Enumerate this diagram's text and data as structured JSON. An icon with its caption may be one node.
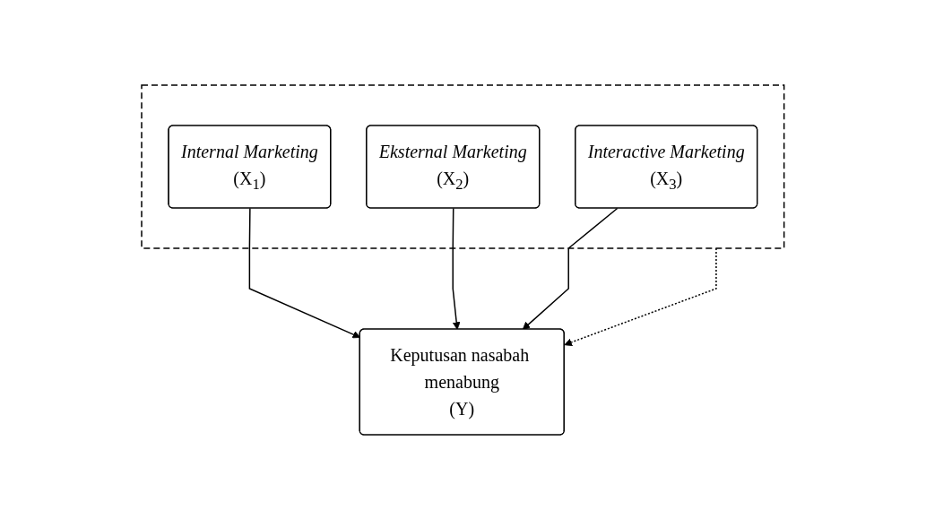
{
  "diagram": {
    "nodes": [
      {
        "text": [],
        "shape": "box"
      },
      {
        "text": [
          "Internal Marketing",
          "(X$_{1}$)"
        ],
        "in": 0
      },
      {
        "text": [
          "Eksternal Marketing",
          "(X$_{2}$)"
        ],
        "in": 0
      },
      {
        "text": [
          "Interactive Marketing",
          "(X$_{3}$)"
        ],
        "in": 0
      },
      {
        "text": [
          "Keputusan nasabah menabung",
          "(Y)"
        ]
      }
    ],
    "edges": [
      {
        "from": 1,
        "to": 4,
        "arrow": "to"
      },
      {
        "from": 2,
        "to": 4,
        "arrow": "to"
      },
      {
        "from": 3,
        "to": 4,
        "arrow": "to"
      },
      {
        "from": 0,
        "to": 4,
        "arrow": "to",
        "style": "dashed"
      }
    ]
  }
}
